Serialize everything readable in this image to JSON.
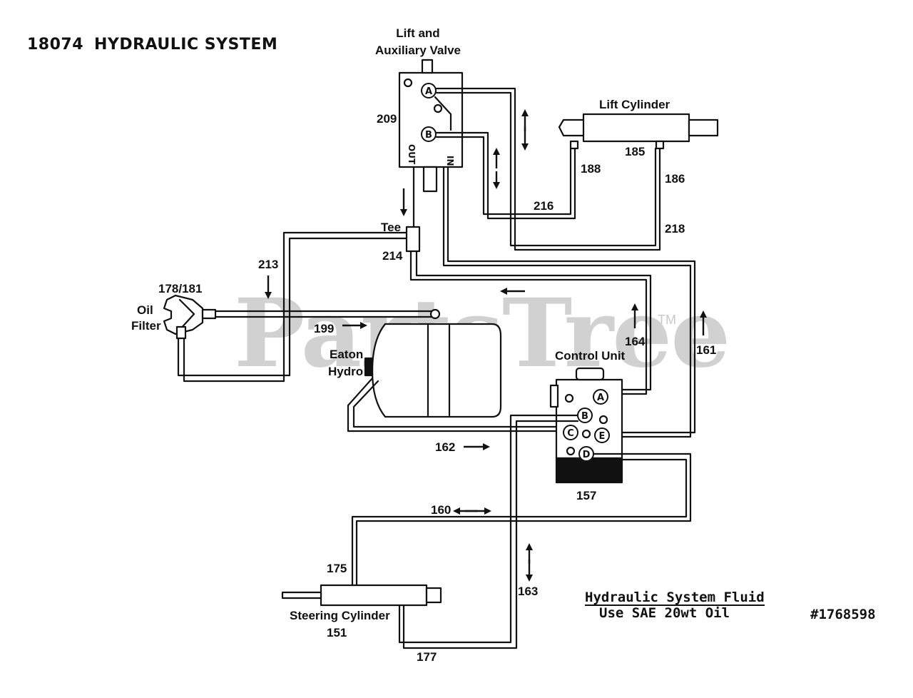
{
  "header": {
    "model": "18074",
    "title": "HYDRAULIC SYSTEM"
  },
  "components": {
    "lift_valve_line1": "Lift and",
    "lift_valve_line2": "Auxiliary Valve",
    "lift_valve_ref": "209",
    "lift_cylinder": "Lift Cylinder",
    "lift_cylinder_ref": "185",
    "tee": "Tee",
    "tee_ref": "214",
    "oil_filter_ref": "178/181",
    "oil_filter_line1": "Oil",
    "oil_filter_line2": "Filter",
    "hydro_line1": "Eaton",
    "hydro_line2": "Hydro",
    "control_unit": "Control Unit",
    "control_unit_ref": "157",
    "steering_cylinder": "Steering Cylinder",
    "steering_cylinder_ref": "151"
  },
  "valve_ports": {
    "a": "A",
    "b": "B",
    "out": "OUT",
    "in": "IN"
  },
  "control_ports": {
    "a": "A",
    "b": "B",
    "c": "C",
    "d": "D",
    "e": "E"
  },
  "lines": {
    "l188": "188",
    "l186": "186",
    "l216": "216",
    "l218": "218",
    "l213": "213",
    "l199": "199",
    "l164": "164",
    "l161": "161",
    "l162": "162",
    "l160": "160",
    "l175": "175",
    "l163": "163",
    "l177": "177"
  },
  "note": {
    "line1": "Hydraulic System Fluid",
    "line2": "Use SAE 20wt Oil",
    "part_number": "#1768598"
  },
  "watermark": {
    "text": "PartsTree",
    "tm": "TM"
  }
}
